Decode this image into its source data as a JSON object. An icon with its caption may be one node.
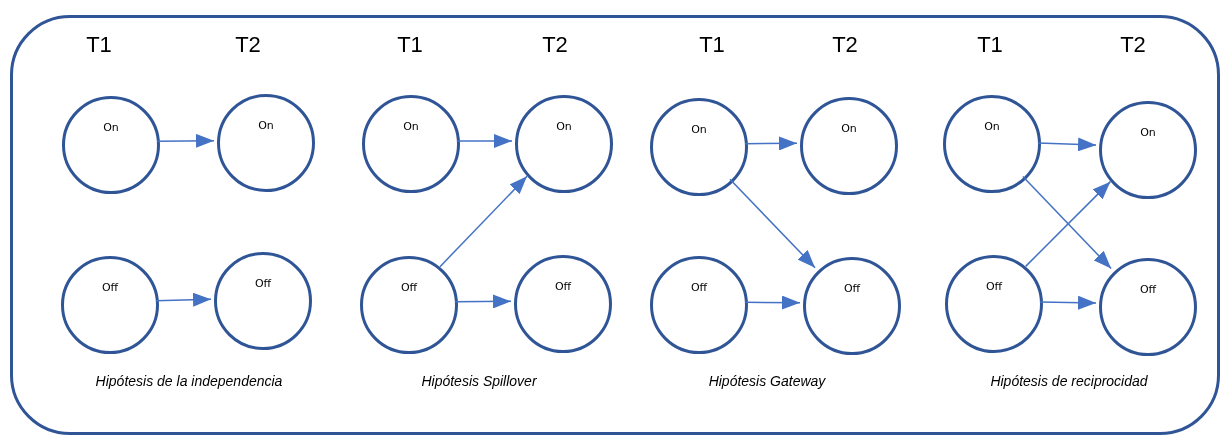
{
  "diagram": {
    "nodes": [
      {
        "text": [],
        "shape": "box"
      },
      {
        "text": [
          "On"
        ],
        "in": 0
      },
      {
        "text": [
          "On"
        ],
        "in": 0
      },
      {
        "text": [
          "Off"
        ],
        "in": 0
      },
      {
        "text": [
          "Off"
        ],
        "in": 0
      },
      {
        "text": [
          "On"
        ],
        "in": 0
      },
      {
        "text": [
          "On"
        ],
        "in": 0
      },
      {
        "text": [
          "Off"
        ],
        "in": 0
      },
      {
        "text": [
          "Off"
        ],
        "in": 0
      },
      {
        "text": [
          "On"
        ],
        "in": 0
      },
      {
        "text": [
          "On"
        ],
        "in": 0
      },
      {
        "text": [
          "Off"
        ],
        "in": 0
      },
      {
        "text": [
          "Off"
        ],
        "in": 0
      },
      {
        "text": [
          "On"
        ],
        "in": 0
      },
      {
        "text": [
          "On"
        ],
        "in": 0
      },
      {
        "text": [
          "Off"
        ],
        "in": 0
      },
      {
        "text": [
          "Off"
        ],
        "in": 0
      }
    ],
    "edges": [
      {
        "from": 1,
        "to": 2,
        "arrow": "to"
      },
      {
        "from": 3,
        "to": 4,
        "arrow": "to"
      },
      {
        "from": 5,
        "to": 6,
        "arrow": "to"
      },
      {
        "from": 7,
        "to": 6,
        "arrow": "to"
      },
      {
        "from": 7,
        "to": 8,
        "arrow": "to"
      },
      {
        "from": 9,
        "to": 10,
        "arrow": "to"
      },
      {
        "from": 9,
        "to": 12,
        "arrow": "to"
      },
      {
        "from": 11,
        "to": 12,
        "arrow": "to"
      },
      {
        "from": 13,
        "to": 14,
        "arrow": "to"
      },
      {
        "from": 13,
        "to": 16,
        "arrow": "to"
      },
      {
        "from": 15,
        "to": 14,
        "arrow": "to"
      },
      {
        "from": 15,
        "to": 16,
        "arrow": "to"
      }
    ],
    "labels": [
      "T1",
      "T2",
      "T1",
      "T2",
      "T1",
      "T2",
      "T1",
      "T2",
      "Hipótesis de la independencia",
      "Hipótesis Spillover",
      "Hipótesis Gateway",
      "Hipótesis de reciprocidad"
    ]
  }
}
